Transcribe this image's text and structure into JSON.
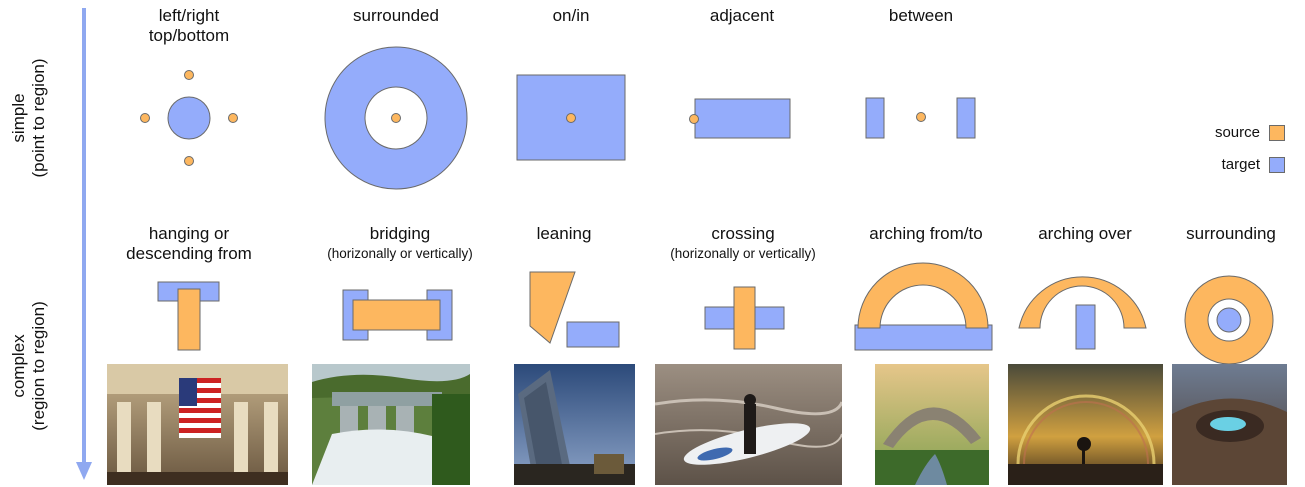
{
  "colors": {
    "source": "#fdb75f",
    "target": "#94acfb",
    "stroke": "#6a6a6a",
    "arrow": "#8fa8f0"
  },
  "axis": {
    "simple_label": "simple",
    "simple_sub": "(point to region)",
    "complex_label": "complex",
    "complex_sub": "(region to region)"
  },
  "simple": [
    {
      "label": "left/right",
      "label2": "top/bottom"
    },
    {
      "label": "surrounded"
    },
    {
      "label": "on/in"
    },
    {
      "label": "adjacent"
    },
    {
      "label": "between"
    }
  ],
  "complex": [
    {
      "label": "hanging or",
      "label2": "descending from"
    },
    {
      "label": "bridging",
      "sub": "(horizonally or vertically)"
    },
    {
      "label": "leaning"
    },
    {
      "label": "crossing",
      "sub": "(horizonally or vertically)"
    },
    {
      "label": "arching from/to"
    },
    {
      "label": "arching over"
    },
    {
      "label": "surrounding"
    }
  ],
  "legend": {
    "source": "source",
    "target": "target"
  },
  "photos": [
    "flag-in-hall",
    "dam-spillway",
    "leaning-tower",
    "surfer-with-board",
    "stone-arch-bridge",
    "rainbow",
    "crater-lake"
  ]
}
